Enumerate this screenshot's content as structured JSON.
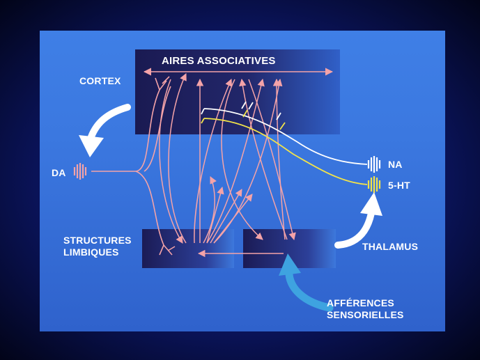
{
  "labels": {
    "aires": "AIRES ASSOCIATIVES",
    "cortex": "CORTEX",
    "da": "DA",
    "na": "NA",
    "ht": "5-HT",
    "limbic_line1": "STRUCTURES",
    "limbic_line2": "LIMBIQUES",
    "thalamus": "THALAMUS",
    "afferences_line1": "AFFÉRENCES",
    "afferences_line2": "SENSORIELLES"
  },
  "colors": {
    "dopamine_pathway": "#f4a3a8",
    "noradrenaline_pathway": "#ffffff",
    "serotonin_pathway": "#f2e34a",
    "big_arrow": "#ffffff",
    "afferent_arrow": "#3ea3e0",
    "slide_background": "#3b78e0"
  }
}
